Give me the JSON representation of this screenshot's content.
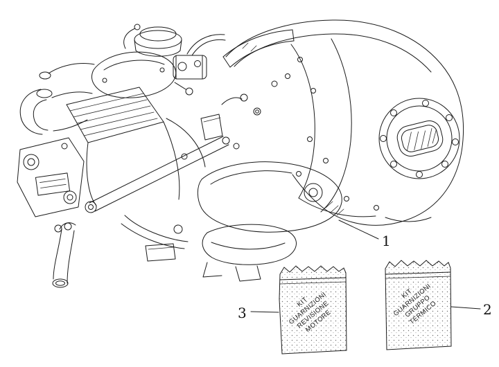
{
  "style": {
    "background": "#ffffff",
    "line_color": "#1a1a1a",
    "stipple_color": "#777777"
  },
  "callouts": {
    "engine": {
      "number": "1"
    },
    "thermal_kit": {
      "number": "2"
    },
    "overhaul_kit": {
      "number": "3"
    }
  },
  "packets": {
    "overhaul_kit": {
      "label_lines": [
        "KIT",
        "GUARNIZIONI",
        "REVISIONE",
        "MOTORE"
      ]
    },
    "thermal_kit": {
      "label_lines": [
        "KIT",
        "GUARNIZIONI",
        "GRUPPO",
        "TERMICO"
      ]
    }
  }
}
